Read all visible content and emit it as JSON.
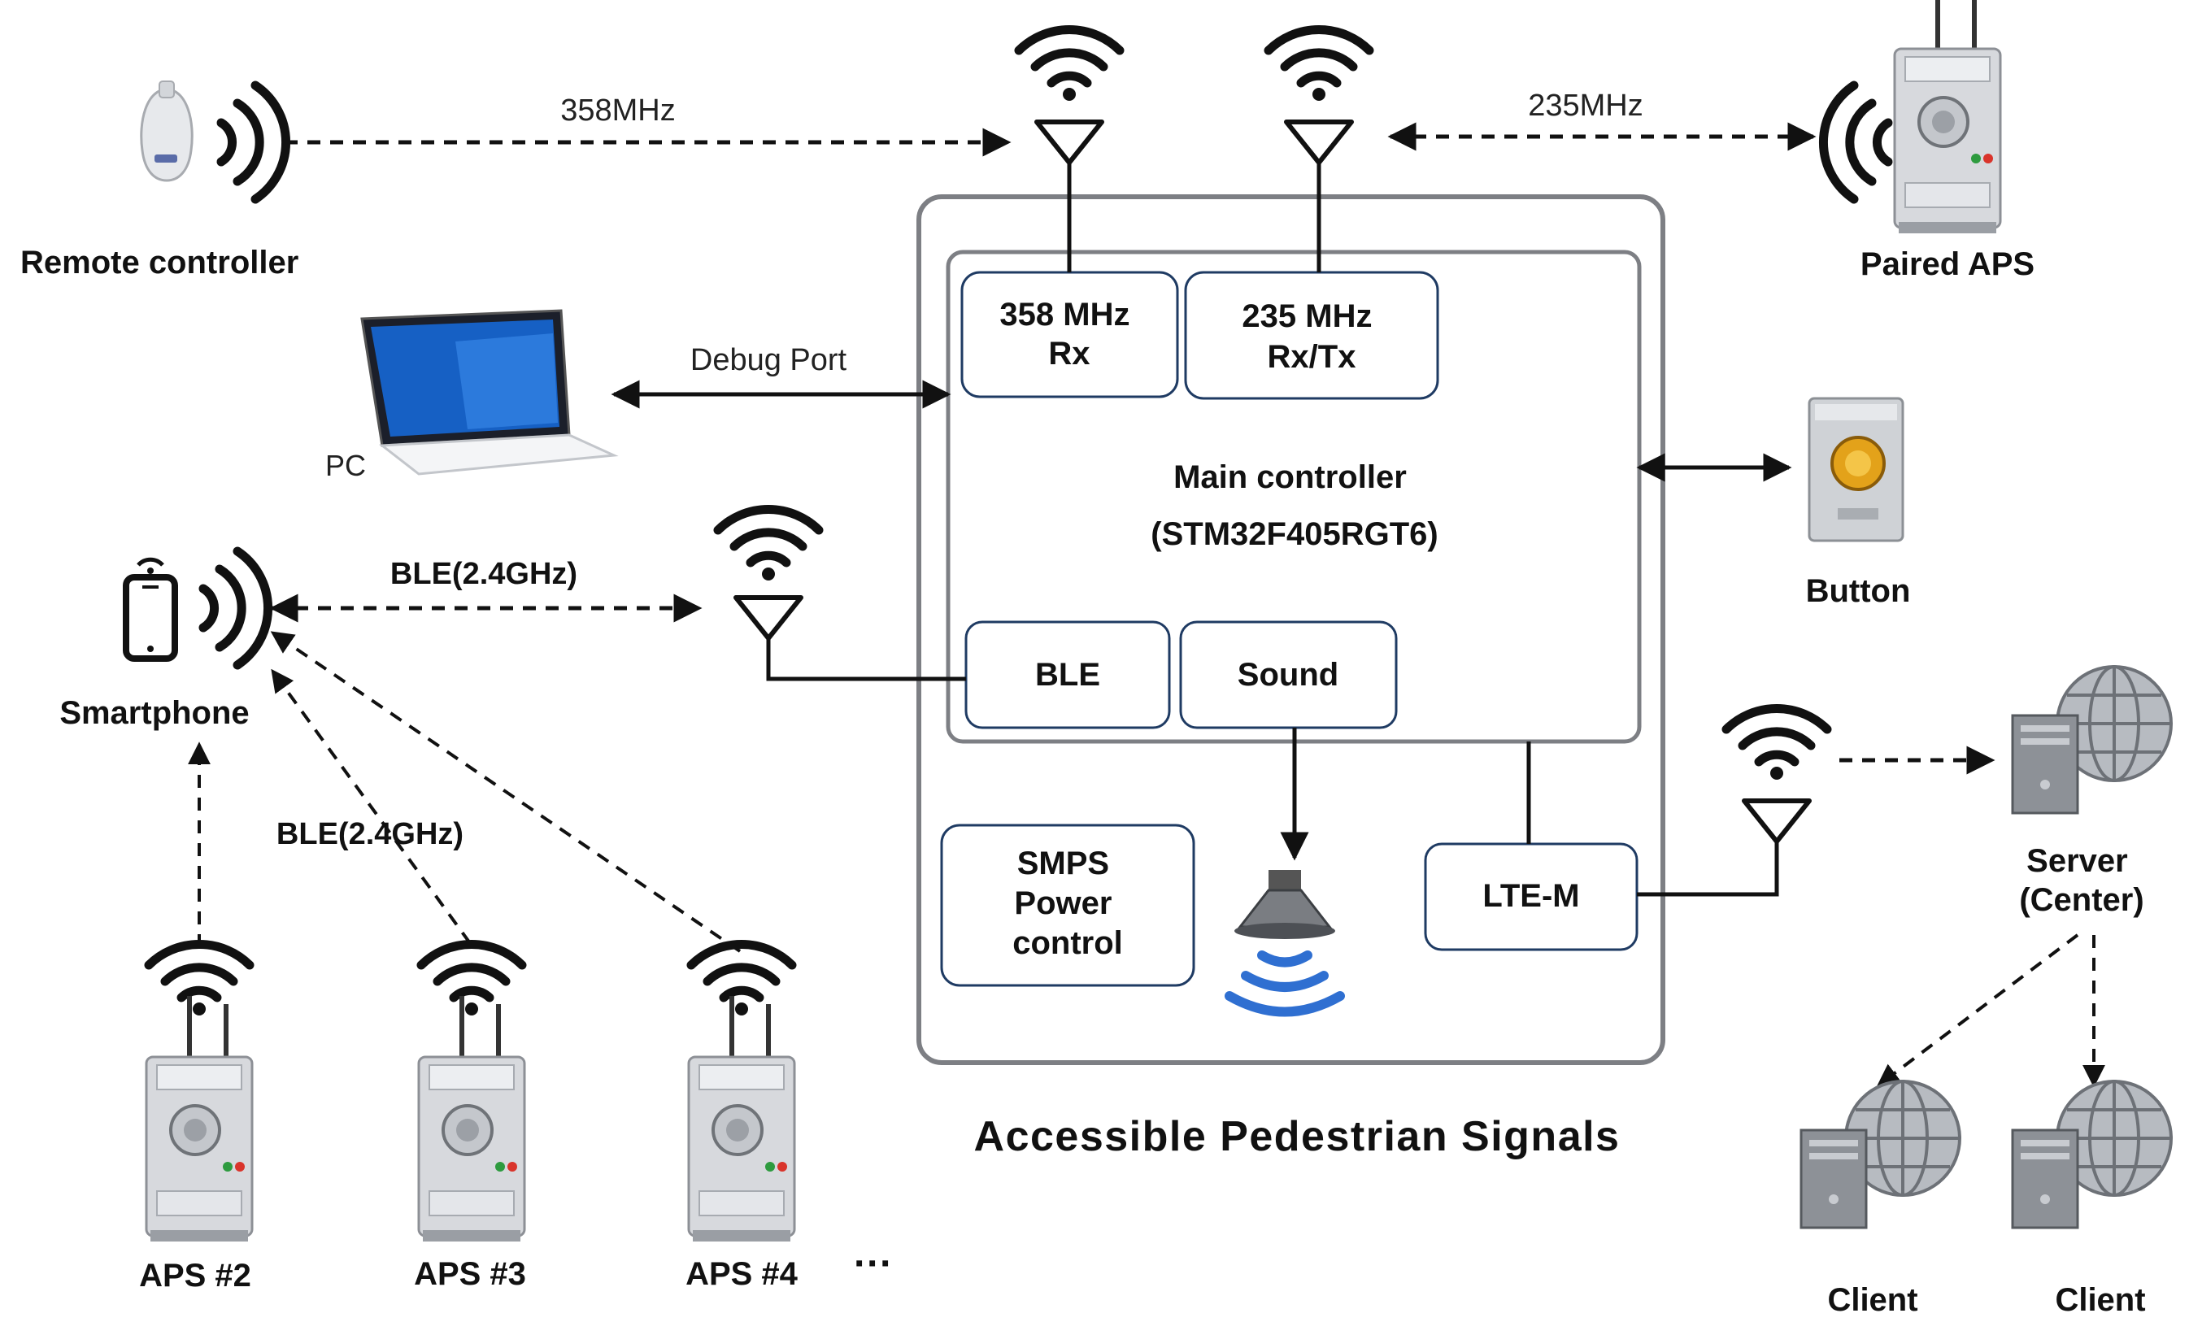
{
  "title": "Accessible Pedestrian Signals",
  "blocks": {
    "rx358": [
      "358 MHz",
      "Rx"
    ],
    "rxtx235": [
      "235 MHz",
      "Rx/Tx"
    ],
    "main_controller": [
      "Main controller",
      "(STM32F405RGT6)"
    ],
    "ble": "BLE",
    "sound": "Sound",
    "smps": [
      "SMPS",
      "Power",
      "control"
    ],
    "ltem": "LTE-M"
  },
  "devices": {
    "remote_controller": "Remote controller",
    "paired_aps": "Paired APS",
    "pc": "PC",
    "button": "Button",
    "smartphone": "Smartphone",
    "server": [
      "Server",
      "(Center)"
    ],
    "client_1": "Client",
    "client_2": "Client",
    "aps_2": "APS #2",
    "aps_3": "APS #3",
    "aps_4": "APS #4",
    "ellipsis": "···"
  },
  "links": {
    "remote_358": "358MHz",
    "paired_235": "235MHz",
    "debug_port": "Debug Port",
    "ble_smartphone": "BLE(2.4GHz)",
    "ble_aps": "BLE(2.4GHz)"
  },
  "colors": {
    "line": "#111111",
    "box_border": "#1f3b63",
    "device_grey": "#c9ccd1",
    "server_grey": "#8a8d92",
    "sound_wave": "#2f6fd1",
    "led_green": "#2e9b3f",
    "led_red": "#d9342b",
    "button_cap": "#e3a21a",
    "screen_blue": "#1660c4"
  }
}
